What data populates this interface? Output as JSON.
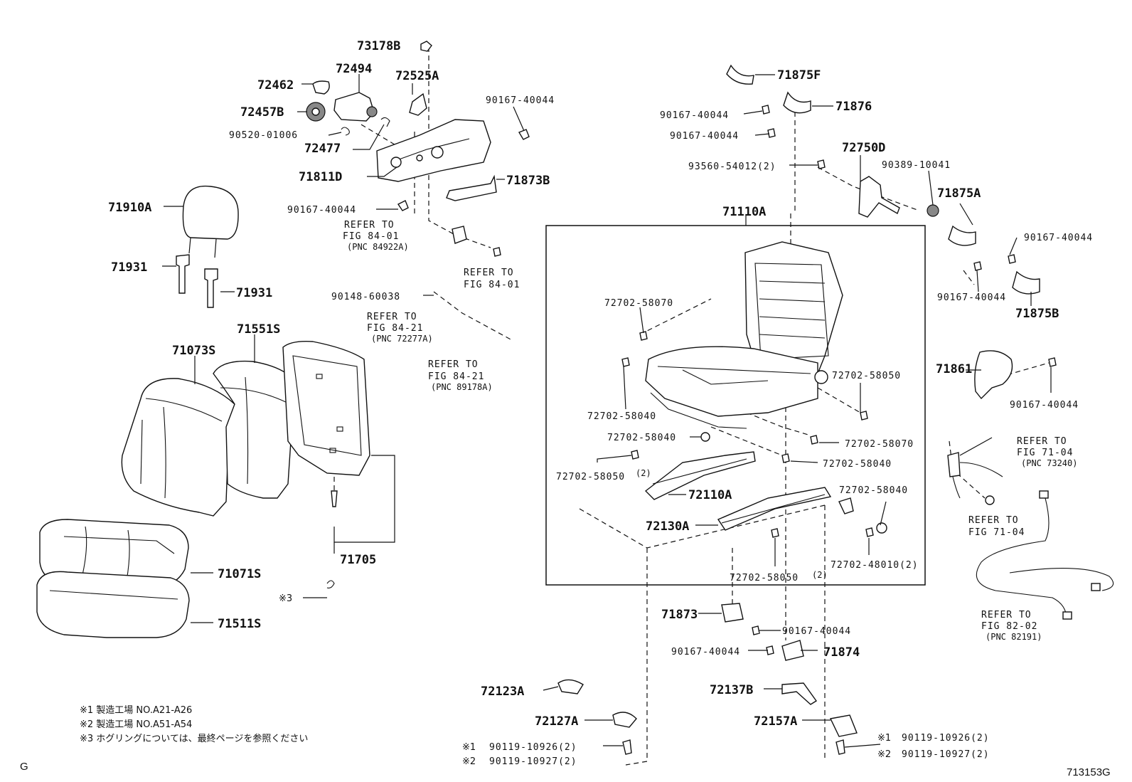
{
  "labels": {
    "p73178B": "73178B",
    "p72462": "72462",
    "p72494": "72494",
    "p72525A": "72525A",
    "p72457B": "72457B",
    "p90520": "90520-01006",
    "p72477": "72477",
    "p90167_a": "90167-40044",
    "p71811D": "71811D",
    "p71873B": "71873B",
    "p90167_b": "90167-40044",
    "p71910A": "71910A",
    "p71931_a": "71931",
    "p71931_b": "71931",
    "p90148": "90148-60038",
    "p71551S": "71551S",
    "p71073S": "71073S",
    "p71705": "71705",
    "p71071S": "71071S",
    "p71511S": "71511S",
    "p71875F": "71875F",
    "p71876": "71876",
    "p90167_c": "90167-40044",
    "p90167_d": "90167-40044",
    "p72750D": "72750D",
    "p93560": "93560-54012(2)",
    "p90389": "90389-10041",
    "p71110A": "71110A",
    "p71875A": "71875A",
    "p90167_e": "90167-40044",
    "p90167_f": "90167-40044",
    "p71875B": "71875B",
    "p72702_58070a": "72702-58070",
    "p72702_58050a": "72702-58050",
    "p71861": "71861",
    "p90167_g": "90167-40044",
    "p72702_58040a": "72702-58040",
    "p72702_58040b": "72702-58040",
    "p72702_58070b": "72702-58070",
    "p72702_58040c": "72702-58040",
    "p72702_58050b": "72702-58050",
    "p72110A": "72110A",
    "p72702_58040d": "72702-58040",
    "p72130A": "72130A",
    "p72702_48010": "72702-48010(2)",
    "p72702_58050c": "72702-58050",
    "p71873": "71873",
    "p90167_h": "90167-40044",
    "p90167_i": "90167-40044",
    "p71874": "71874",
    "p72123A": "72123A",
    "p72137B": "72137B",
    "p72127A": "72127A",
    "p72157A": "72157A",
    "p90119_926a": "90119-10926(2)",
    "p90119_927a": "90119-10927(2)",
    "p90119_926b": "90119-10926(2)",
    "p90119_927b": "90119-10927(2)"
  },
  "small_marks": {
    "two_a": "(2)",
    "two_b": "(2)",
    "mark1": "※1",
    "mark2": "※2",
    "mark3": "※3"
  },
  "refers": {
    "r1": {
      "line1": "REFER TO",
      "line2": "FIG 84-01",
      "line3": "(PNC 84922A)"
    },
    "r2": {
      "line1": "REFER TO",
      "line2": "FIG 84-01"
    },
    "r3": {
      "line1": "REFER TO",
      "line2": "FIG 84-21",
      "line3": "(PNC 72277A)"
    },
    "r4": {
      "line1": "REFER TO",
      "line2": "FIG 84-21",
      "line3": "(PNC 89178A)"
    },
    "r5": {
      "line1": "REFER TO",
      "line2": "FIG 71-04",
      "line3": "(PNC 73240)"
    },
    "r6": {
      "line1": "REFER TO",
      "line2": "FIG 71-04"
    },
    "r7": {
      "line1": "REFER TO",
      "line2": "FIG 82-02",
      "line3": "(PNC 82191)"
    }
  },
  "notes": {
    "n1": "※1 製造工場 NO.A21-A26",
    "n2": "※2 製造工場 NO.A51-A54",
    "n3": "※3 ホグリングについては、最終ページを参照ください"
  },
  "corner": {
    "left": "G",
    "right": "713153G"
  }
}
